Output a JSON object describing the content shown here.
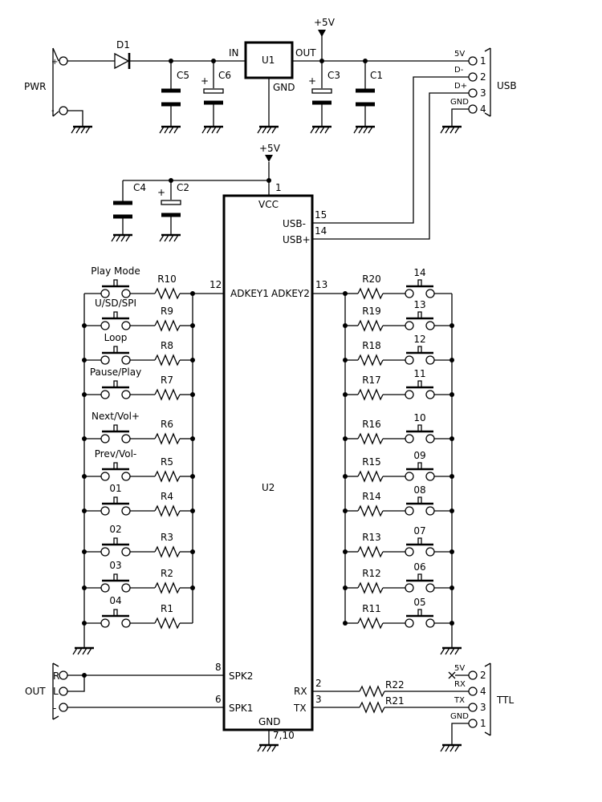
{
  "power": {
    "pwr_label": "PWR",
    "pwr_plus": "+",
    "pwr_minus": "-",
    "d1": "D1",
    "c5": "C5",
    "c6": "C6",
    "c3": "C3",
    "c1": "C1",
    "c4": "C4",
    "c2": "C2",
    "plus": "+",
    "u1": "U1",
    "u1_in": "IN",
    "u1_out": "OUT",
    "u1_gnd": "GND",
    "vcc_5v": "+5V"
  },
  "usb": {
    "label": "USB",
    "pins": [
      "1",
      "2",
      "3",
      "4"
    ],
    "sig_5v": "5V",
    "sig_dm": "D-",
    "sig_dp": "D+",
    "sig_gnd": "GND"
  },
  "u2": {
    "label": "U2",
    "vcc": "VCC",
    "pin_vcc": "1",
    "usb_minus": "USB-",
    "usb_plus": "USB+",
    "pin_usbm": "15",
    "pin_usbp": "14",
    "adkey1": "ADKEY1",
    "adkey2": "ADKEY2",
    "pin_adk1": "12",
    "pin_adk2": "13",
    "spk2": "SPK2",
    "spk1": "SPK1",
    "pin_spk2": "8",
    "pin_spk1": "6",
    "rx": "RX",
    "tx": "TX",
    "pin_rx": "2",
    "pin_tx": "3",
    "gnd": "GND",
    "pin_gnd": "7,10"
  },
  "left_keys": [
    {
      "switch": "Play Mode",
      "resistor": "R10"
    },
    {
      "switch": "U/SD/SPI",
      "resistor": "R9"
    },
    {
      "switch": "Loop",
      "resistor": "R8"
    },
    {
      "switch": "Pause/Play",
      "resistor": "R7"
    },
    {
      "switch": "Next/Vol+",
      "resistor": "R6"
    },
    {
      "switch": "Prev/Vol-",
      "resistor": "R5"
    },
    {
      "switch": "01",
      "resistor": "R4"
    },
    {
      "switch": "02",
      "resistor": "R3"
    },
    {
      "switch": "03",
      "resistor": "R2"
    },
    {
      "switch": "04",
      "resistor": "R1"
    }
  ],
  "right_keys": [
    {
      "switch": "14",
      "resistor": "R20"
    },
    {
      "switch": "13",
      "resistor": "R19"
    },
    {
      "switch": "12",
      "resistor": "R18"
    },
    {
      "switch": "11",
      "resistor": "R17"
    },
    {
      "switch": "10",
      "resistor": "R16"
    },
    {
      "switch": "09",
      "resistor": "R15"
    },
    {
      "switch": "08",
      "resistor": "R14"
    },
    {
      "switch": "07",
      "resistor": "R13"
    },
    {
      "switch": "06",
      "resistor": "R12"
    },
    {
      "switch": "05",
      "resistor": "R11"
    }
  ],
  "out": {
    "label": "OUT",
    "r": "R",
    "l": "L",
    "minus": "-"
  },
  "ttl": {
    "label": "TTL",
    "r22": "R22",
    "r21": "R21",
    "pins": [
      "2",
      "4",
      "3",
      "1"
    ],
    "sig_5v": "5V",
    "sig_rx": "RX",
    "sig_tx": "TX",
    "sig_gnd": "GND"
  }
}
